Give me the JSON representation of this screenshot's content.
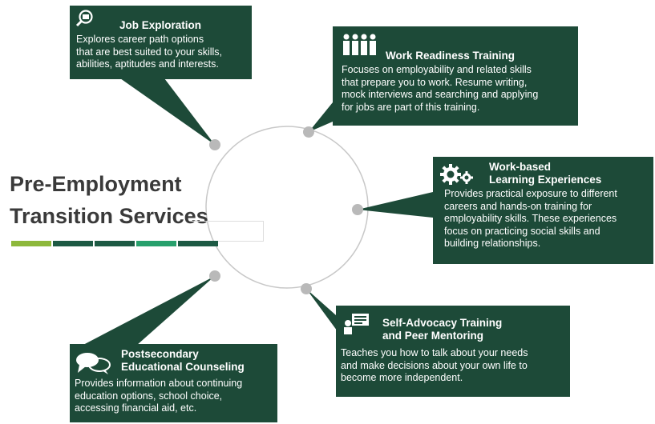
{
  "center": {
    "line1": "Pre-Employment",
    "line2": "Transition Services"
  },
  "color_bars": [
    "#8db83b",
    "#1d5a44",
    "#1d5a44",
    "#27a06c",
    "#1d5a44"
  ],
  "colors": {
    "box": "#1d4a38",
    "circle": "#c8c8c8",
    "dot": "#b9b9b9"
  },
  "services": [
    {
      "icon": "magnifier-icon",
      "title": "Job Exploration",
      "description": [
        "Explores career path options",
        "that are best suited to your skills,",
        "abilities, aptitudes and interests."
      ]
    },
    {
      "icon": "people-group-icon",
      "title": "Work Readiness Training",
      "description": [
        "Focuses on employability and related skills",
        "that prepare you to work. Resume writing,",
        "mock interviews and searching and applying",
        "for jobs are part of this training."
      ]
    },
    {
      "icon": "gears-icon",
      "title": [
        "Work-based",
        "Learning Experiences"
      ],
      "description": [
        "Provides practical exposure to different",
        "careers and hands-on training for",
        "employability skills. These experiences",
        "focus on practicing social skills and",
        "building relationships."
      ]
    },
    {
      "icon": "presenter-icon",
      "title": [
        "Self-Advocacy Training",
        "and Peer Mentoring"
      ],
      "description": [
        "Teaches you how to talk about your needs",
        "and make decisions about your own life to",
        "become more independent."
      ]
    },
    {
      "icon": "speech-bubbles-icon",
      "title": [
        "Postsecondary",
        "Educational Counseling"
      ],
      "description": [
        "Provides information about continuing",
        "education options, school choice,",
        "accessing financial aid, etc."
      ]
    }
  ]
}
